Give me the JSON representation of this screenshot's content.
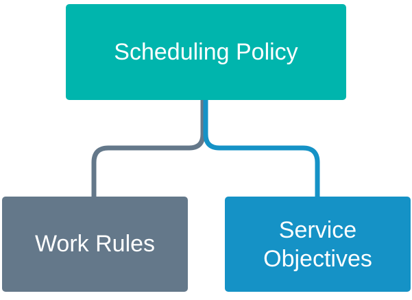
{
  "diagram": {
    "root": {
      "label": "Scheduling Policy",
      "color": "#00B5AD"
    },
    "children": [
      {
        "id": "work-rules",
        "lines": [
          "Work Rules"
        ],
        "color": "#64788A"
      },
      {
        "id": "service-objectives",
        "lines": [
          "Service",
          "Objectives"
        ],
        "color": "#1592C6"
      }
    ],
    "connectors": {
      "left_color": "#64788A",
      "right_color": "#1592C6"
    }
  }
}
